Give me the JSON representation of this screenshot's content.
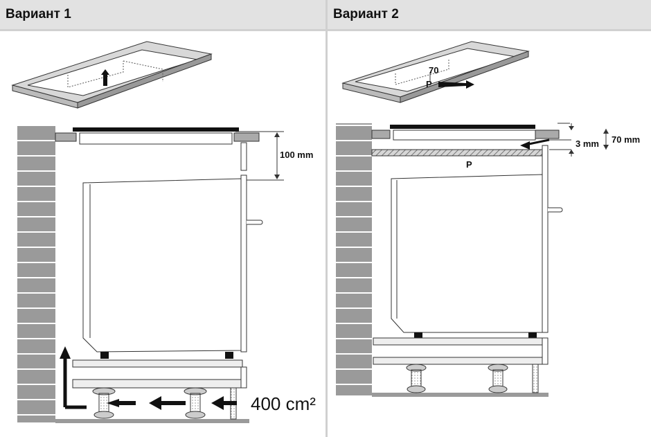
{
  "variant1": {
    "title": "Вариант 1",
    "dim_gap": "100 mm",
    "vent_area": "400 cm²"
  },
  "variant2": {
    "title": "Вариант 2",
    "top_view_dim": "70",
    "top_view_label": "P",
    "gap_small": "3 mm",
    "gap_total": "70 mm",
    "panel_label": "P"
  }
}
